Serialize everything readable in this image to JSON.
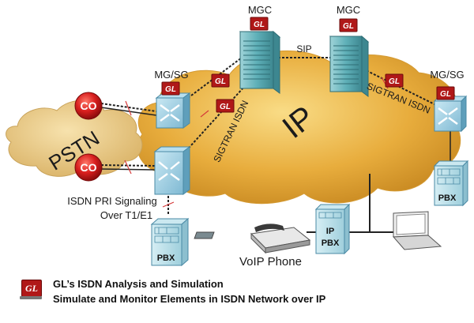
{
  "nodes": {
    "mgc_left": "MGC",
    "mgc_right": "MGC",
    "mgsg_left": "MG/SG",
    "mgsg_right": "MG/SG",
    "co_top": "CO",
    "co_bottom": "CO",
    "pbx_left": "PBX",
    "pbx_right": "PBX",
    "ip_pbx_line1": "IP",
    "ip_pbx_line2": "PBX"
  },
  "clouds": {
    "pstn": "PSTN",
    "ip": "IP"
  },
  "links": {
    "sip": "SIP",
    "sigtran_left": "SIGTRAN ISDN",
    "sigtran_right": "SIGTRAN ISDN"
  },
  "labels": {
    "isdn_line1": "ISDN PRI Signaling",
    "isdn_line2": "Over T1/E1",
    "voip_phone": "VoIP Phone"
  },
  "logo_text": "GL",
  "footer": {
    "line1": "GL’s  ISDN Analysis and Simulation",
    "line2": "Simulate and Monitor Elements in ISDN Network over IP"
  },
  "colors": {
    "ip_cloud": "#e3a83a",
    "pstn_cloud": "#e6c37a",
    "co_node": "#cc1b1b",
    "gateway": "#8fc8e0",
    "server": "#5fb0b8",
    "gl_logo": "#b01818"
  }
}
